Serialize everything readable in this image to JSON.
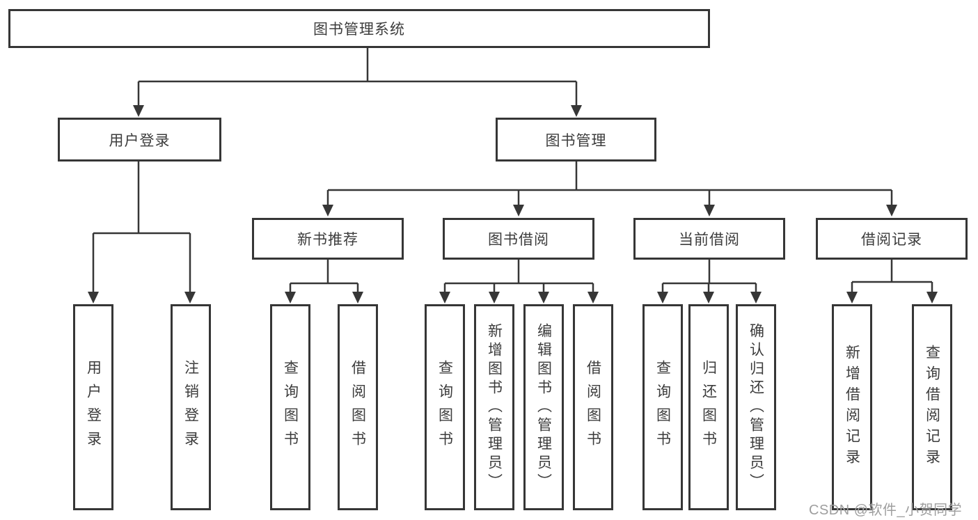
{
  "diagram": {
    "title": "图书管理系统",
    "branches": [
      {
        "label": "用户登录",
        "children": [
          "用户登录",
          "注销登录"
        ]
      },
      {
        "label": "图书管理",
        "sections": [
          {
            "label": "新书推荐",
            "children": [
              "查询图书",
              "借阅图书"
            ]
          },
          {
            "label": "图书借阅",
            "children": [
              "查询图书",
              "新增图书（管理员）",
              "编辑图书（管理员）",
              "借阅图书"
            ]
          },
          {
            "label": "当前借阅",
            "children": [
              "查询图书",
              "归还图书",
              "确认归还（管理员）"
            ]
          },
          {
            "label": "借阅记录",
            "children": [
              "新增借阅记录",
              "查询借阅记录"
            ]
          }
        ]
      }
    ]
  },
  "watermark": "CSDN @软件_小贺同学",
  "colors": {
    "line": "#363636",
    "text": "#3c3c3c",
    "background": "#ffffff",
    "watermark": "#9e9e9e"
  }
}
